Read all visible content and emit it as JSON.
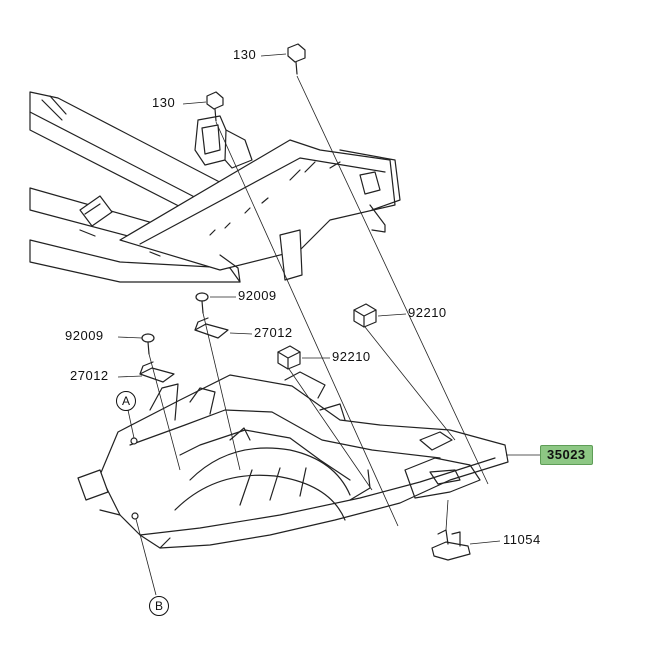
{
  "labels": {
    "bolt_top": "130",
    "bolt_left": "130",
    "screw_center": "92009",
    "screw_left": "92009",
    "clip_center": "27012",
    "clip_left": "27012",
    "nut_right": "92210",
    "nut_center": "92210",
    "main_part": "35023",
    "bracket": "11054"
  },
  "markers": {
    "a": "A",
    "b": "B"
  },
  "colors": {
    "highlight": "#8dc784",
    "ink": "#111111"
  }
}
